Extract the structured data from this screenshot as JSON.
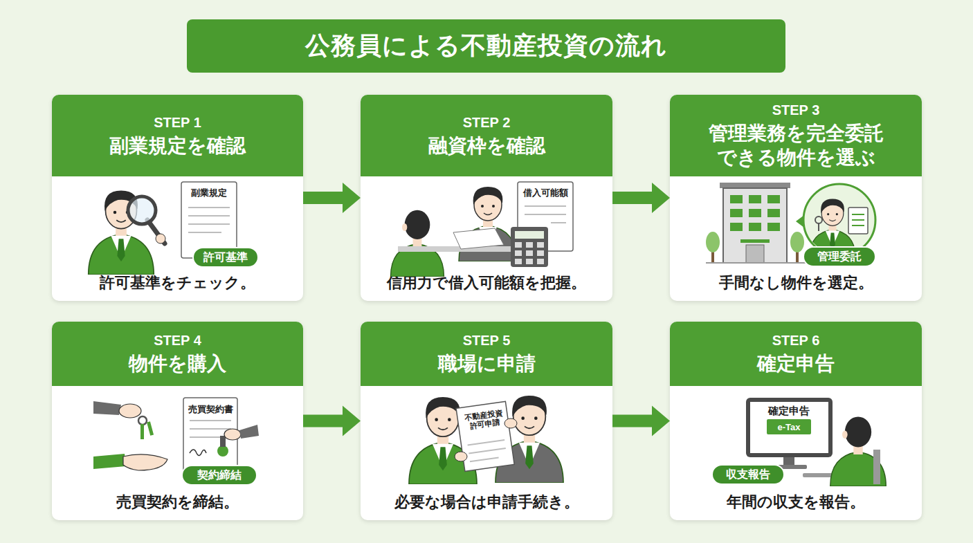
{
  "diagram": {
    "title": "公務員による不動産投資の流れ",
    "nodes": [
      {
        "text": [
          "STEP 1",
          "副業規定を確認",
          "許可基準をチェック。"
        ]
      },
      {
        "text": [
          "許可基準"
        ],
        "in": 0
      },
      {
        "text": [
          "STEP 2",
          "融資枠を確認",
          "信用力で借入可能額を把握。"
        ]
      },
      {
        "text": [
          "STEP 3",
          "管理業務を完全委託 できる物件を選ぶ",
          "手間なし物件を選定。"
        ]
      },
      {
        "text": [
          "管理委託"
        ],
        "in": 3
      },
      {
        "text": [
          "STEP 4",
          "物件を購入",
          "売買契約を締結。"
        ]
      },
      {
        "text": [
          "契約締結"
        ],
        "in": 5
      },
      {
        "text": [
          "STEP 5",
          "職場に申請",
          "必要な場合は申請手続き。"
        ]
      },
      {
        "text": [
          "STEP 6",
          "確定申告",
          "年間の収支を報告。"
        ]
      },
      {
        "text": [
          "e-Tax"
        ],
        "in": 8
      },
      {
        "text": [
          "収支報告"
        ],
        "in": 8
      }
    ],
    "edges": [
      {
        "from": 0,
        "to": 2,
        "arrow": "to"
      },
      {
        "from": 2,
        "to": 3,
        "arrow": "to"
      },
      {
        "from": 5,
        "to": 7,
        "arrow": "to"
      },
      {
        "from": 7,
        "to": 8,
        "arrow": "to"
      }
    ],
    "labels": [
      "副業規定",
      "借入可能額",
      "売買契約書",
      "不動産投資 許可申請",
      "確定申告"
    ]
  }
}
